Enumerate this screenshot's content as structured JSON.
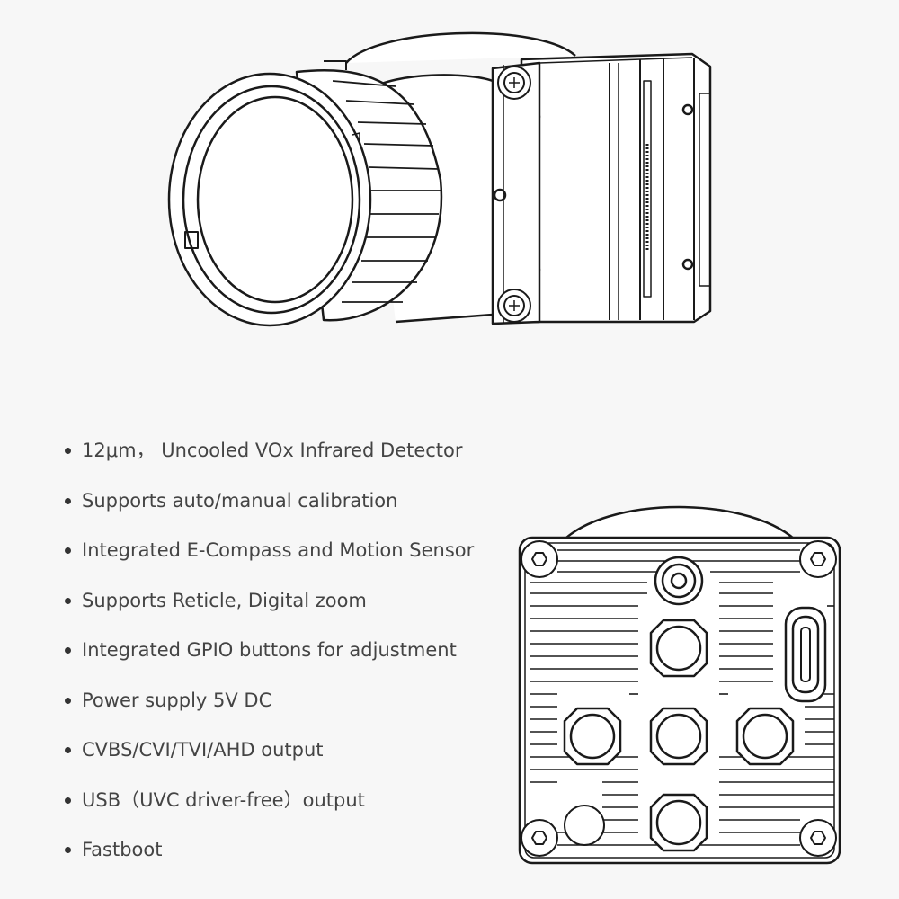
{
  "features": [
    "12μm， Uncooled VOx Infrared Detector",
    "Supports auto/manual calibration",
    "Integrated E-Compass and Motion Sensor",
    "Supports  Reticle, Digital zoom",
    "Integrated GPIO buttons for adjustment",
    "Power supply 5V DC",
    "CVBS/CVI/TVI/AHD output",
    "USB（UVC driver-free）output",
    "Fastboot"
  ],
  "colors": {
    "background": "#f7f7f7",
    "line": "#1a1a1a",
    "text": "#444444"
  }
}
